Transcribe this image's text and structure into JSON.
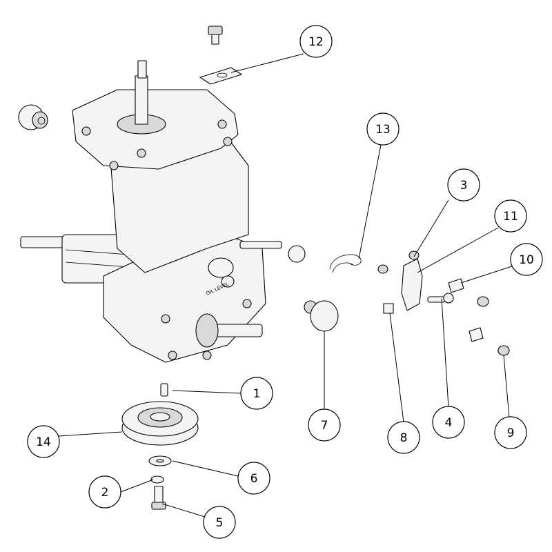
{
  "callouts": [
    {
      "label": "1"
    },
    {
      "label": "2"
    },
    {
      "label": "3"
    },
    {
      "label": "4"
    },
    {
      "label": "5"
    },
    {
      "label": "6"
    },
    {
      "label": "7"
    },
    {
      "label": "8"
    },
    {
      "label": "9"
    },
    {
      "label": "10"
    },
    {
      "label": "11"
    },
    {
      "label": "12"
    },
    {
      "label": "13"
    },
    {
      "label": "14"
    }
  ],
  "transaxle": {
    "oil_level_text": "OIL LEVEL"
  }
}
